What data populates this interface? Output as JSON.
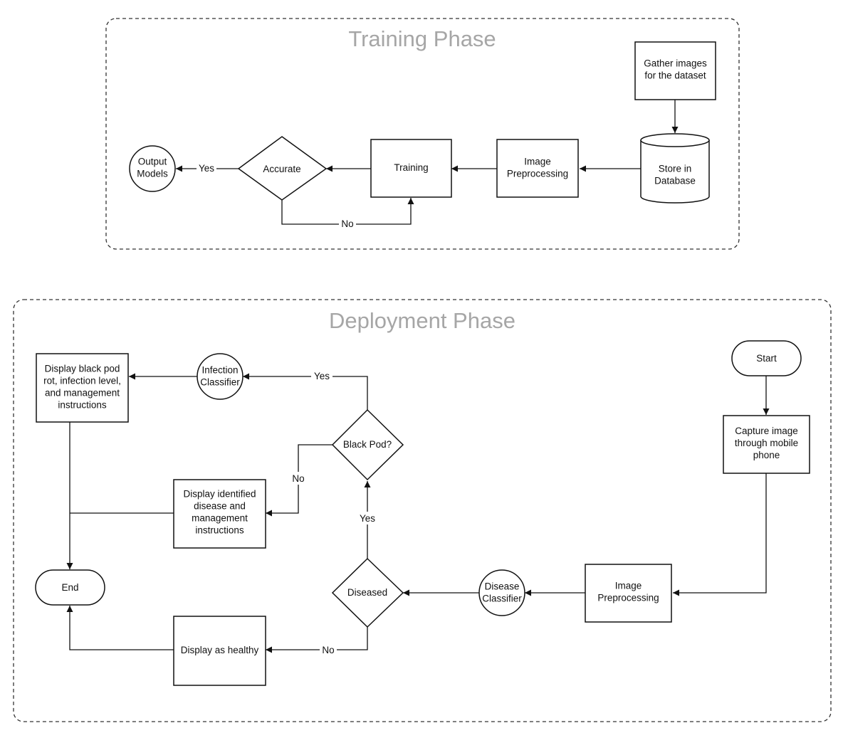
{
  "training": {
    "title": "Training Phase",
    "gather": [
      "Gather images",
      "for the dataset"
    ],
    "store": [
      "Store in",
      "Database"
    ],
    "preprocess": [
      "Image",
      "Preprocessing"
    ],
    "training": [
      "Training"
    ],
    "accurate": [
      "Accurate"
    ],
    "output": [
      "Output",
      "Models"
    ],
    "yes": "Yes",
    "no": "No"
  },
  "deployment": {
    "title": "Deployment Phase",
    "start": [
      "Start"
    ],
    "capture": [
      "Capture image",
      "through mobile",
      "phone"
    ],
    "preprocess": [
      "Image",
      "Preprocessing"
    ],
    "disease_classifier": [
      "Disease",
      "Classifier"
    ],
    "diseased": [
      "Diseased"
    ],
    "black_pod": [
      "Black Pod?"
    ],
    "infection_classifier": [
      "Infection",
      "Classifier"
    ],
    "display_black_pod": [
      "Display black pod",
      "rot, infection level,",
      "and management",
      "instructions"
    ],
    "display_identified": [
      "Display identified",
      "disease and",
      "management",
      "instructions"
    ],
    "display_healthy": [
      "Display as healthy"
    ],
    "end": [
      "End"
    ],
    "yes_infection": "Yes",
    "no_identified": "No",
    "yes_blackpod": "Yes",
    "no_healthy": "No"
  }
}
